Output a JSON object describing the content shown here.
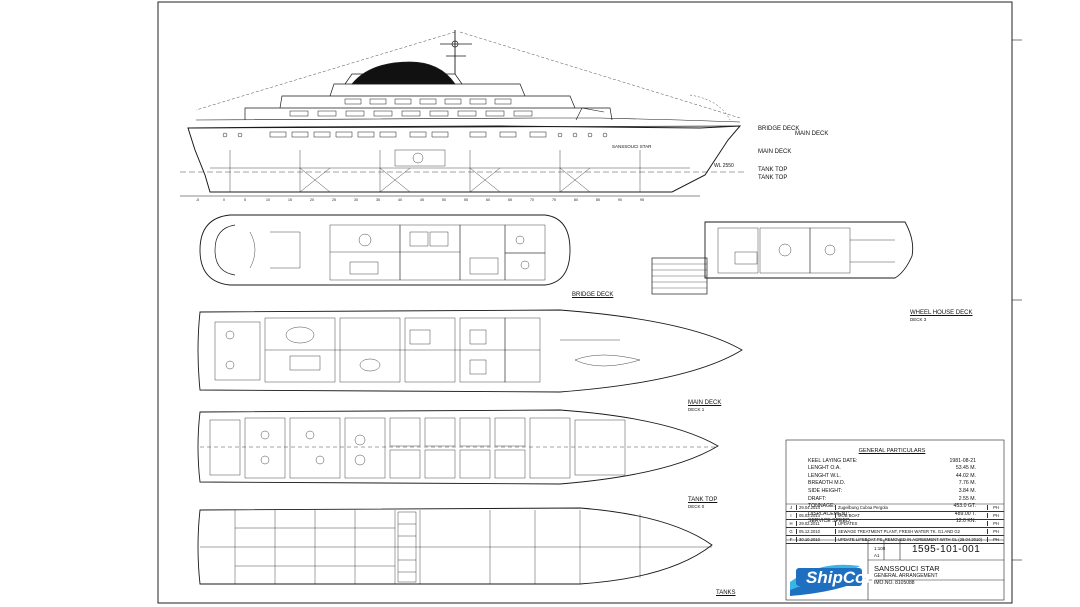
{
  "deck_labels": {
    "bridge_deck_right": "BRIDGE DECK",
    "main_deck_right_top": "MAIN DECK",
    "main_deck_right": "MAIN DECK",
    "tank_top_right_1": "TANK TOP",
    "tank_top_right_2": "TANK TOP",
    "waterline": "WL 2550",
    "ship_name_hull": "SANSSOUCI STAR",
    "bridge_deck": "BRIDGE DECK",
    "wheel_house_deck": "WHEEL HOUSE DECK",
    "wheel_house_deck_sub": "DECK 3",
    "main_deck": "MAIN DECK",
    "main_deck_sub": "DECK 1",
    "tank_top": "TANK TOP",
    "tank_top_sub": "DECK 0",
    "tanks": "TANKS"
  },
  "particulars": {
    "heading": "GENERAL PARTICULARS",
    "rows": [
      {
        "label": "KEEL LAYING DATE:",
        "value": "1981-08-21"
      },
      {
        "label": "LENGHT O.A.",
        "value": "53.45 M."
      },
      {
        "label": "LENGHT W.L.",
        "value": "44.02 M."
      },
      {
        "label": "BREADTH M.D.",
        "value": "7.76 M."
      },
      {
        "label": "SIDE HEIGHT:",
        "value": "3.84 M."
      },
      {
        "label": "DRAFT:",
        "value": "2.55 M."
      },
      {
        "label": "TONNAGE:",
        "value": "453.0 GT."
      },
      {
        "label": "DISPLACEMENT:",
        "value": "489.00 T."
      },
      {
        "label": "SERVICE SPEED:",
        "value": "12.0 KN."
      }
    ]
  },
  "revisions": [
    {
      "rev": "J",
      "date": "29.04.2014",
      "text": "Zugeilbung Cuboa Pergola",
      "by": "PH"
    },
    {
      "rev": "I",
      "date": "05.03.2014",
      "text": "MOB BOAT",
      "by": "PH"
    },
    {
      "rev": "H",
      "date": "29.02.2011",
      "text": "UPDATES",
      "by": "PH"
    },
    {
      "rev": "G",
      "date": "05.12.2010",
      "text": "SEWAGE TREATMENT PLANT, FRESH WATER TK. G1 AND G2",
      "by": "PH"
    },
    {
      "rev": "F",
      "date": "30.10.2010",
      "text": "UPDATE LIFEBOAT PS, REMOVED IN AGREEMENT WITH GL (28.04.2010)",
      "by": "PH"
    }
  ],
  "title_block": {
    "logo_text": "ShipCon",
    "scale": "1:100",
    "sheet": "A1",
    "drawing_number": "1595-101-001",
    "ship_name": "SANSSOUCI STAR",
    "drawing_title": "GENERAL ARRANGEMENT",
    "imo": "IMO.NO. 8105088"
  },
  "colors": {
    "line": "#1a1a1a",
    "logo_blue": "#1f6fc0",
    "logo_cyan": "#39b6e6"
  }
}
